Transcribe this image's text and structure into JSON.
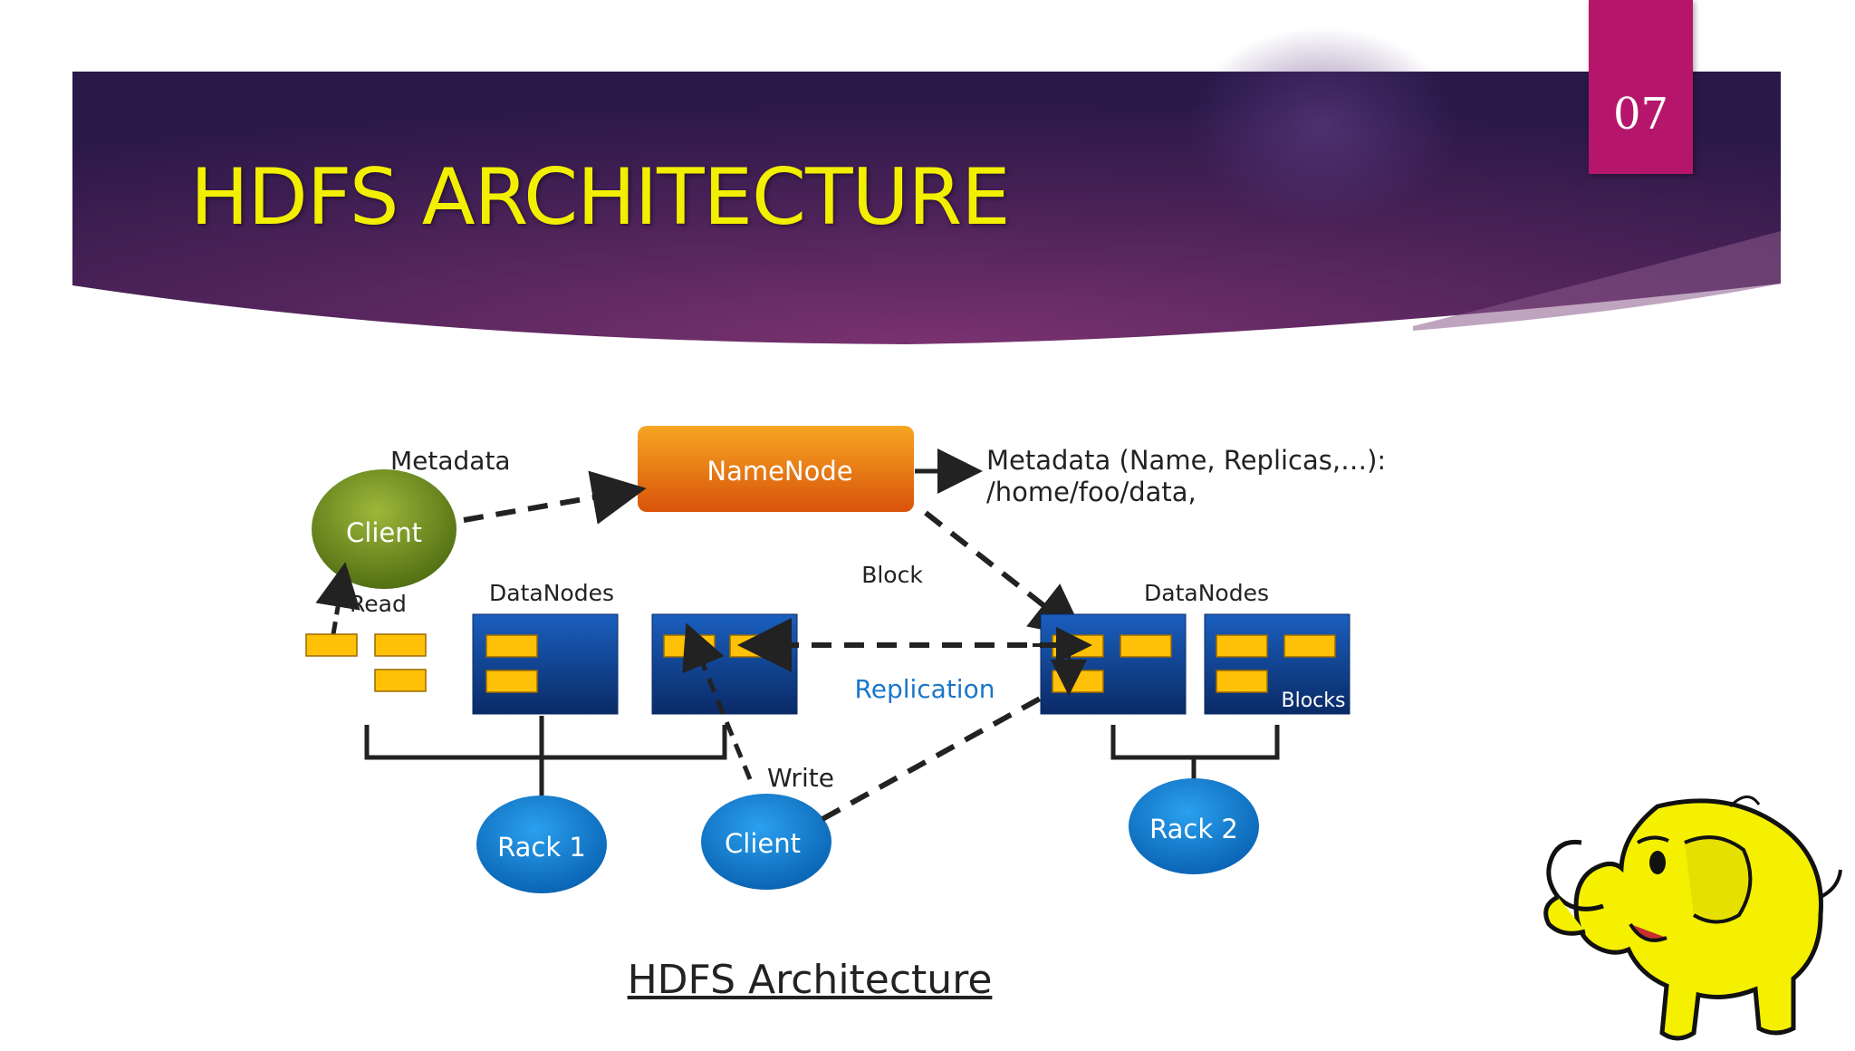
{
  "slide": {
    "page_number": "07",
    "title": "HDFS ARCHITECTURE",
    "caption": "HDFS Architecture"
  },
  "diagram": {
    "namenode_label": "NameNode",
    "namenode_metadata_line1": "Metadata (Name, Replicas,…):",
    "namenode_metadata_line2": "/home/foo/data,",
    "metadata_label": "Metadata",
    "client_read_label": "Client",
    "client_write_label": "Client",
    "read_label": "Read",
    "write_label": "Write",
    "block_label": "Block",
    "replication_label": "Replication",
    "datanodes_left_label": "DataNodes",
    "datanodes_right_label": "DataNodes",
    "blocks_label": "Blocks",
    "rack1_label": "Rack 1",
    "rack2_label": "Rack 2"
  },
  "colors": {
    "banner_dark": "#2d1a4e",
    "banner_mid": "#6b2c66",
    "title_yellow": "#f2f000",
    "page_number_bg": "#b5166b",
    "namenode_orange": "#ec7c0a",
    "client_green": "#6a8a1a",
    "datanode_blue": "#0d3f88",
    "rack_blue": "#0a76c9",
    "block_yellow": "#ffc107",
    "replication_blue": "#1a76c9",
    "mascot_yellow": "#f4f000"
  },
  "icons": {
    "mascot": "hadoop-elephant-icon"
  }
}
